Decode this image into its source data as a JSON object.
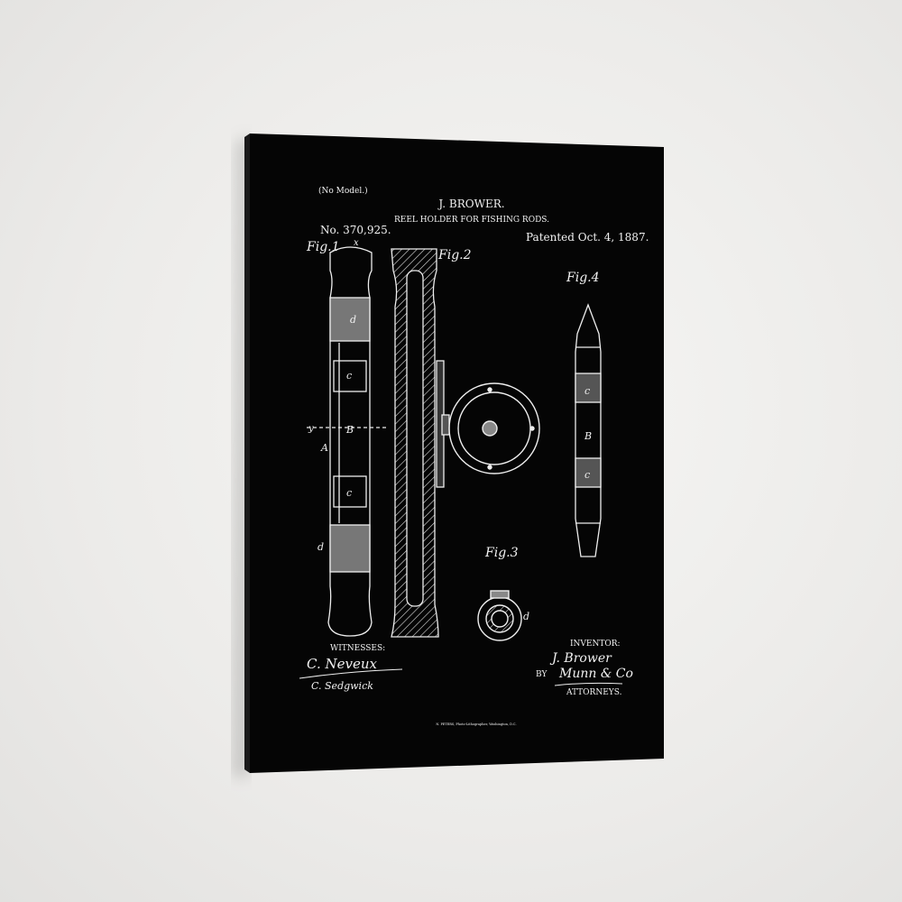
{
  "patent": {
    "no_model": "(No Model.)",
    "inventor_name": "J. BROWER.",
    "title": "REEL HOLDER FOR FISHING RODS.",
    "number": "No. 370,925.",
    "patented": "Patented Oct. 4, 1887."
  },
  "figures": {
    "fig1": "Fig.1",
    "fig2": "Fig.2",
    "fig3": "Fig.3",
    "fig4": "Fig.4"
  },
  "labels": {
    "c": "c",
    "B": "B",
    "d": "d",
    "A": "A",
    "x": "x",
    "y": "y"
  },
  "signatures": {
    "witnesses_label": "WITNESSES:",
    "witness1": "C. Neveux",
    "witness2": "C. Sedgwick",
    "inventor_label": "INVENTOR:",
    "inventor_sig": "J. Brower",
    "by": "BY",
    "attorney_sig": "Munn & Co",
    "attorneys_label": "ATTORNEYS."
  },
  "footer": "N. PETERS, Photo-Lithographer, Washington, D.C.",
  "colors": {
    "canvas": "#050505",
    "ink": "#f2f2f2",
    "wall": "#efefed"
  }
}
